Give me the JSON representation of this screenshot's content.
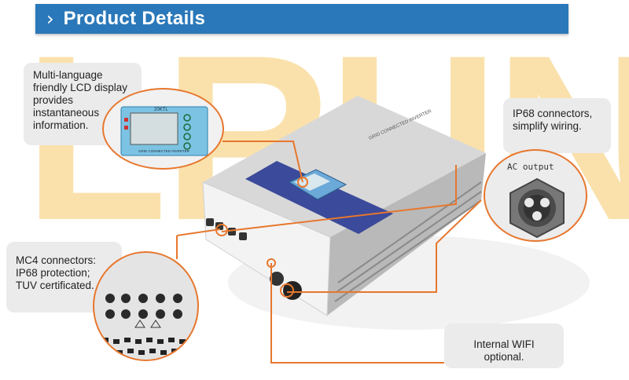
{
  "header": {
    "chevron": "›",
    "title": "Product Details"
  },
  "watermark": "LRUN",
  "callouts": {
    "lcd": "Multi-language friendly LCD display provides instantaneous information.",
    "ip68": "IP68 connectors, simplify wiring.",
    "mc4": "MC4 connectors: IP68 protection; TUV certificated.",
    "wifi": "Internal WIFI optional."
  },
  "inverter": {
    "label": "GRID CONNECTED INVERTER",
    "lcd_model": "20KTL",
    "lcd_caption": "GRID CONNECTED INVERTER"
  },
  "ac_output": "AC output",
  "colors": {
    "header_blue": "#2a78b9",
    "accent_orange": "#e7772e",
    "watermark": "#f7cc72",
    "band_blue": "#3b4a9a"
  }
}
